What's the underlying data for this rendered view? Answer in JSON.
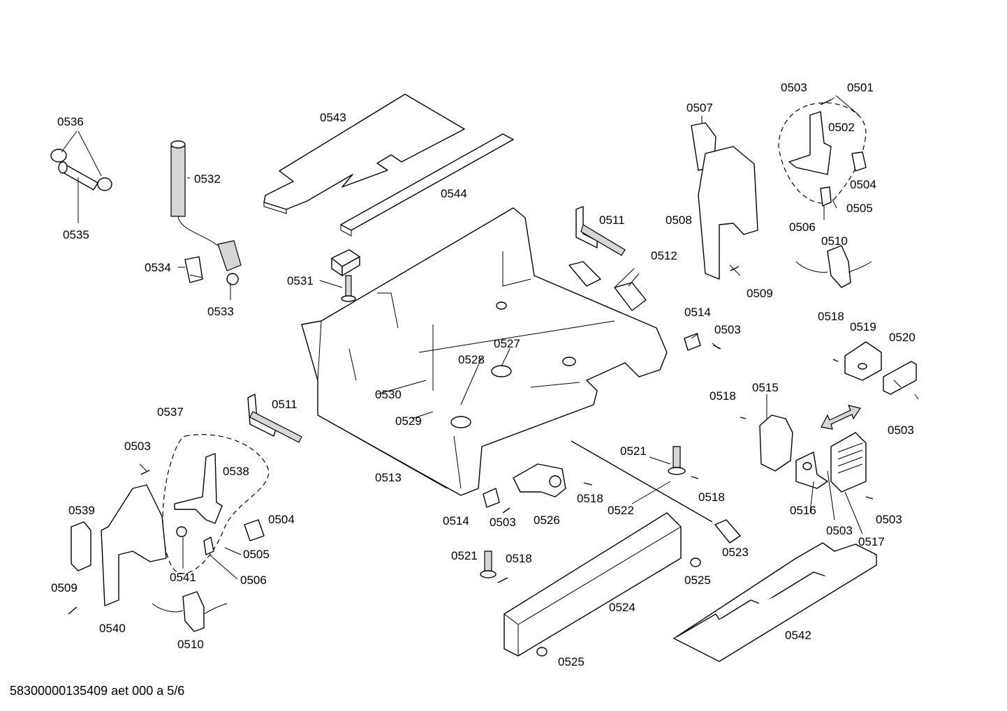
{
  "diagram": {
    "footer_text": "58300000135409 aet 000 a 5/6",
    "labels": [
      {
        "id": "l0536",
        "text": "0536"
      },
      {
        "id": "l0535",
        "text": "0535"
      },
      {
        "id": "l0532",
        "text": "0532"
      },
      {
        "id": "l0534",
        "text": "0534"
      },
      {
        "id": "l0533",
        "text": "0533"
      },
      {
        "id": "l0543",
        "text": "0543"
      },
      {
        "id": "l0544",
        "text": "0544"
      },
      {
        "id": "l0531",
        "text": "0531"
      },
      {
        "id": "l0511a",
        "text": "0511"
      },
      {
        "id": "l0512",
        "text": "0512"
      },
      {
        "id": "l0507",
        "text": "0507"
      },
      {
        "id": "l0508",
        "text": "0508"
      },
      {
        "id": "l0509a",
        "text": "0509"
      },
      {
        "id": "l0503a",
        "text": "0503"
      },
      {
        "id": "l0501",
        "text": "0501"
      },
      {
        "id": "l0502",
        "text": "0502"
      },
      {
        "id": "l0504a",
        "text": "0504"
      },
      {
        "id": "l0505a",
        "text": "0505"
      },
      {
        "id": "l0506a",
        "text": "0506"
      },
      {
        "id": "l0510a",
        "text": "0510"
      },
      {
        "id": "l0514a",
        "text": "0514"
      },
      {
        "id": "l0503b",
        "text": "0503"
      },
      {
        "id": "l0518a",
        "text": "0518"
      },
      {
        "id": "l0519",
        "text": "0519"
      },
      {
        "id": "l0520",
        "text": "0520"
      },
      {
        "id": "l0527",
        "text": "0527"
      },
      {
        "id": "l0528",
        "text": "0528"
      },
      {
        "id": "l0530",
        "text": "0530"
      },
      {
        "id": "l0529",
        "text": "0529"
      },
      {
        "id": "l0511b",
        "text": "0511"
      },
      {
        "id": "l0537",
        "text": "0537"
      },
      {
        "id": "l0503c",
        "text": "0503"
      },
      {
        "id": "l0538",
        "text": "0538"
      },
      {
        "id": "l0513",
        "text": "0513"
      },
      {
        "id": "l0539",
        "text": "0539"
      },
      {
        "id": "l0504b",
        "text": "0504"
      },
      {
        "id": "l0505b",
        "text": "0505"
      },
      {
        "id": "l0541",
        "text": "0541"
      },
      {
        "id": "l0506b",
        "text": "0506"
      },
      {
        "id": "l0509b",
        "text": "0509"
      },
      {
        "id": "l0540",
        "text": "0540"
      },
      {
        "id": "l0510b",
        "text": "0510"
      },
      {
        "id": "l0518b",
        "text": "0518"
      },
      {
        "id": "l0515",
        "text": "0515"
      },
      {
        "id": "l0503d",
        "text": "0503"
      },
      {
        "id": "l0521a",
        "text": "0521"
      },
      {
        "id": "l0518c",
        "text": "0518"
      },
      {
        "id": "l0518d",
        "text": "0518"
      },
      {
        "id": "l0522",
        "text": "0522"
      },
      {
        "id": "l0516",
        "text": "0516"
      },
      {
        "id": "l0503e",
        "text": "0503"
      },
      {
        "id": "l0503f",
        "text": "0503"
      },
      {
        "id": "l0517",
        "text": "0517"
      },
      {
        "id": "l0514b",
        "text": "0514"
      },
      {
        "id": "l0503g",
        "text": "0503"
      },
      {
        "id": "l0526",
        "text": "0526"
      },
      {
        "id": "l0523",
        "text": "0523"
      },
      {
        "id": "l0521b",
        "text": "0521"
      },
      {
        "id": "l0518e",
        "text": "0518"
      },
      {
        "id": "l0525a",
        "text": "0525"
      },
      {
        "id": "l0524",
        "text": "0524"
      },
      {
        "id": "l0542",
        "text": "0542"
      },
      {
        "id": "l0525b",
        "text": "0525"
      }
    ]
  }
}
